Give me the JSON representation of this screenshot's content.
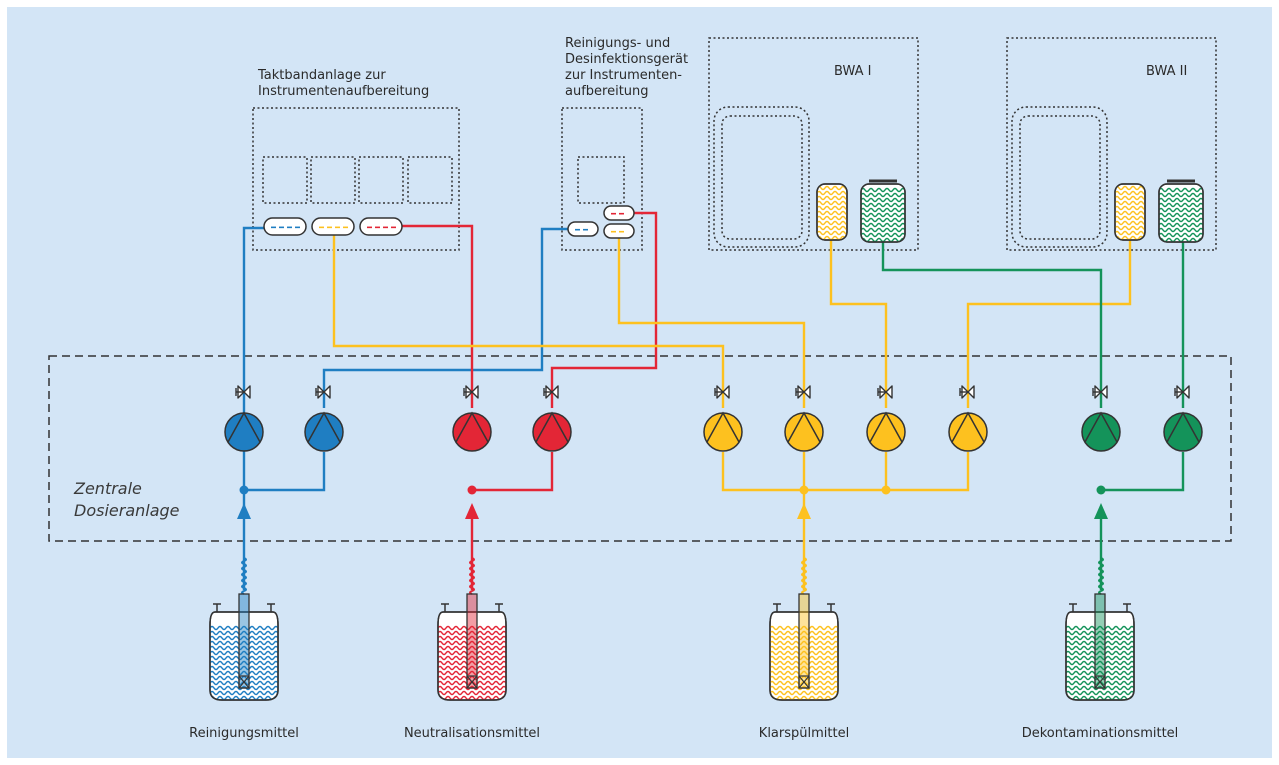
{
  "diagram": {
    "central_unit_label": "Zentrale\nDosieranlage",
    "machines": {
      "conveyor_washer": {
        "label_line1": "Taktbandanlage zur",
        "label_line2": "Instrumentenaufbereitung"
      },
      "washer_disinfector": {
        "label_line1": "Reinigungs- und",
        "label_line2": "Desinfektionsgerät",
        "label_line3": "zur Instrumenten-",
        "label_line4": "aufbereitung"
      },
      "bwa1": {
        "label": "BWA I"
      },
      "bwa2": {
        "label": "BWA II"
      }
    },
    "chemicals": [
      {
        "label": "Reinigungsmittel",
        "color": "#1f7ec2"
      },
      {
        "label": "Neutralisationsmittel",
        "color": "#e32636"
      },
      {
        "label": "Klarspülmittel",
        "color": "#fdc11f"
      },
      {
        "label": "Dekontaminationsmittel",
        "color": "#14935a"
      }
    ],
    "colors": {
      "background": "#d3e5f6",
      "outline": "#333333",
      "blue": "#1f7ec2",
      "red": "#e32636",
      "yellow": "#fdc11f",
      "green": "#14935a"
    }
  }
}
